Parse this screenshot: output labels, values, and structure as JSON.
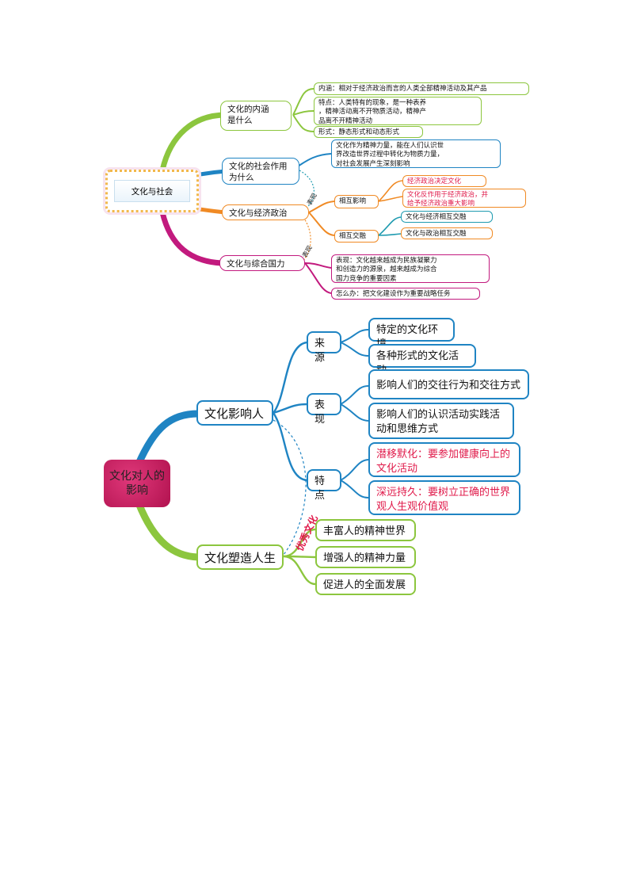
{
  "map1": {
    "center": "文化与社会",
    "branches": {
      "b1": "文化的内涵\n是什么",
      "b2": "文化的社会作用\n为什么",
      "b3": "文化与经济政治",
      "b4": "文化与综合国力"
    },
    "leaves": {
      "neihan": "内涵：相对于经济政治而言的人类全部精神活动及其产品",
      "tedian": "特点：人类特有的现象，是一种表养\n，精神活动离不开物质活动，精神产\n品离不开精神活动",
      "xingshi": "形式：静态形式和动态形式",
      "zuoyong": "文化作为精神力量，能在人们认识世\n界改造世界过程中转化为物质力量，\n对社会发展产生深刻影响",
      "xianghu_yingxiang": "相互影响",
      "jueding": "经济政治决定文化",
      "fanzuoyong": "文化反作用于经济政治，并\n给予经济政治重大影响",
      "xianghu_jiaorong": "相互交融",
      "jiaorong1": "文化与经济相互交融",
      "jiaorong2": "文化与政治相互交融",
      "biaoxian": "表现：文化越来越成为民族凝聚力\n和创造力的源泉，越来越成为综合\n国力竞争的重要因素",
      "zenme": "怎么办：把文化建设作为重要战略任务"
    },
    "connector_labels": {
      "c1": "表现",
      "c2": "表现"
    }
  },
  "map2": {
    "center": "文化对人的\n影响",
    "branches": {
      "b1": "文化影响人",
      "b2": "文化塑造人生"
    },
    "sub": {
      "laiyuan": "来源",
      "biaoxian": "表现",
      "tedian": "特点"
    },
    "leaves": {
      "l1": "特定的文化环境",
      "l2": "各种形式的文化活动",
      "l3": "影响人们的交往行为和交往方式",
      "l4": "影响人们的认识活动实践活\n动和思维方式",
      "l5": "潜移默化：要参加健康向上的\n文化活动",
      "l6": "深远持久：要树立正确的世界\n观人生观价值观",
      "l7": "丰富人的精神世界",
      "l8": "增强人的精神力量",
      "l9": "促进人的全面发展"
    },
    "connector_label": "优秀文化"
  },
  "colors": {
    "green": "#8cc63e",
    "blue": "#1f84c3",
    "orange": "#f08a24",
    "magenta": "#c21a7e",
    "red": "#e01b4b",
    "teal": "#1f9bb0"
  }
}
